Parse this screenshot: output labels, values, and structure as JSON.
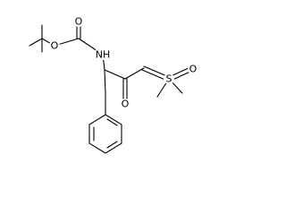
{
  "molecule": {
    "atoms": {
      "o_ester": "O",
      "o_carbonyl": "O",
      "nh": "NH",
      "o_ketone": "O",
      "s": "S",
      "o_sulfoxide": "O"
    }
  }
}
